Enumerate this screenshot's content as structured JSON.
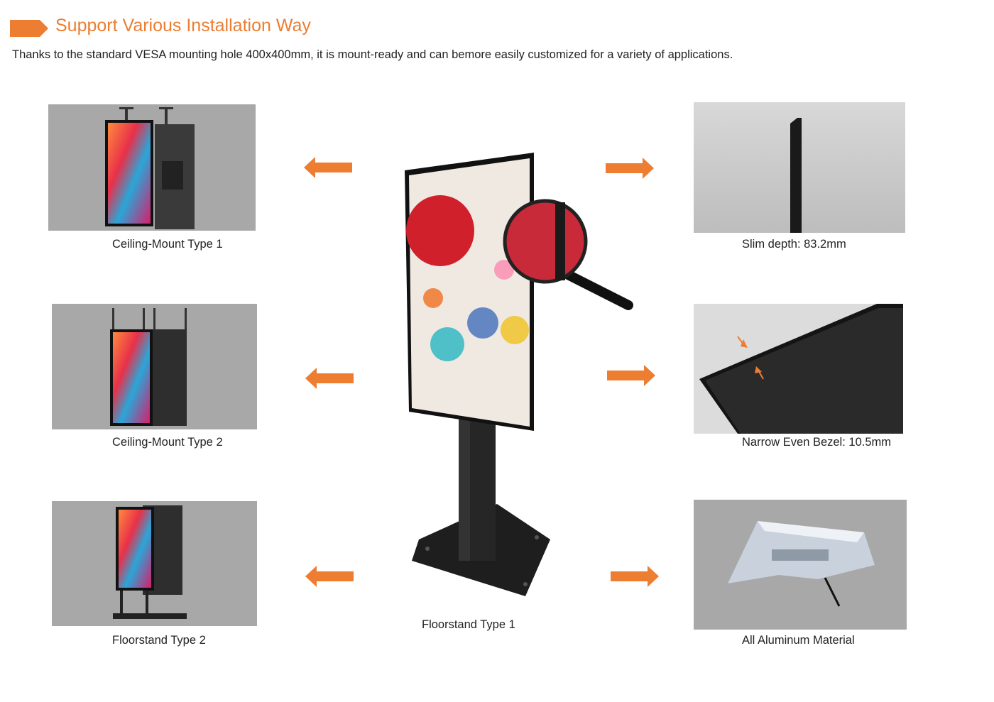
{
  "header": {
    "title": "Support Various Installation Way",
    "description": "Thanks to the standard VESA mounting hole 400x400mm, it is mount-ready and can bemore easily customized for a variety of applications."
  },
  "colors": {
    "accent": "#ed7d31",
    "panel_bg": "#a8a8a8"
  },
  "left_items": [
    {
      "caption": "Ceiling-Mount Type 1"
    },
    {
      "caption": "Ceiling-Mount Type 2"
    },
    {
      "caption": "Floorstand Type 2"
    }
  ],
  "right_items": [
    {
      "caption": "Slim depth: 83.2mm"
    },
    {
      "caption": "Narrow Even Bezel: 10.5mm"
    },
    {
      "caption": "All Aluminum Material"
    }
  ],
  "center": {
    "caption": "Floorstand Type 1"
  }
}
